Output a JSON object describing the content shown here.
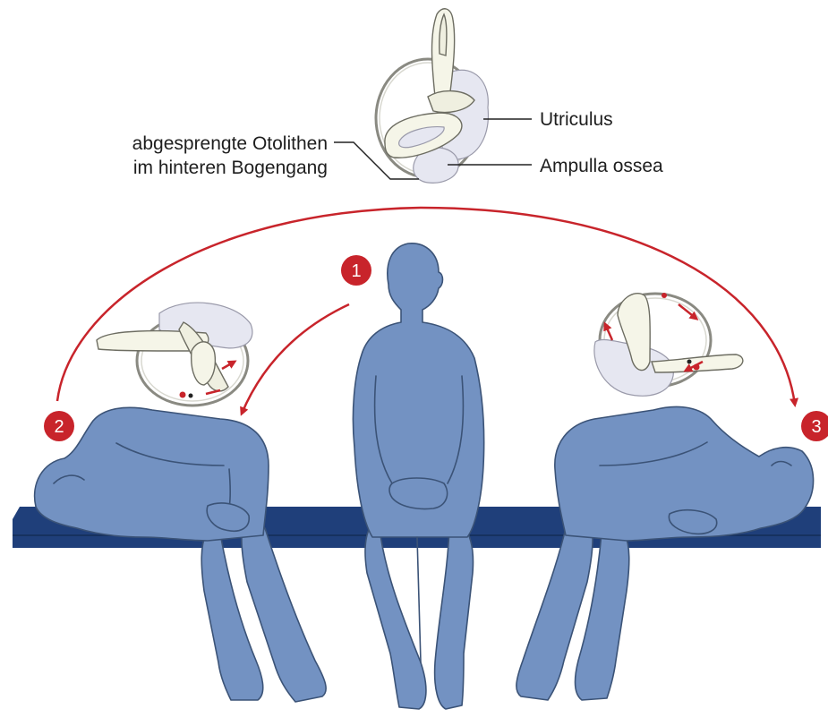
{
  "labels": {
    "utriculus": "Utriculus",
    "ampulla": "Ampulla ossea",
    "otolithen_line1": "abgesprengte Otolithen",
    "otolithen_line2": "im hinteren Bogengang"
  },
  "steps": [
    "1",
    "2",
    "3"
  ],
  "colors": {
    "figure_fill": "#7392c2",
    "figure_outline": "#3b5377",
    "table": "#1f3f7a",
    "arrow_red": "#c8242b",
    "step_badge": "#c8242b",
    "ear_bone": "#efefe0",
    "ear_sac": "#e6e7f1"
  }
}
